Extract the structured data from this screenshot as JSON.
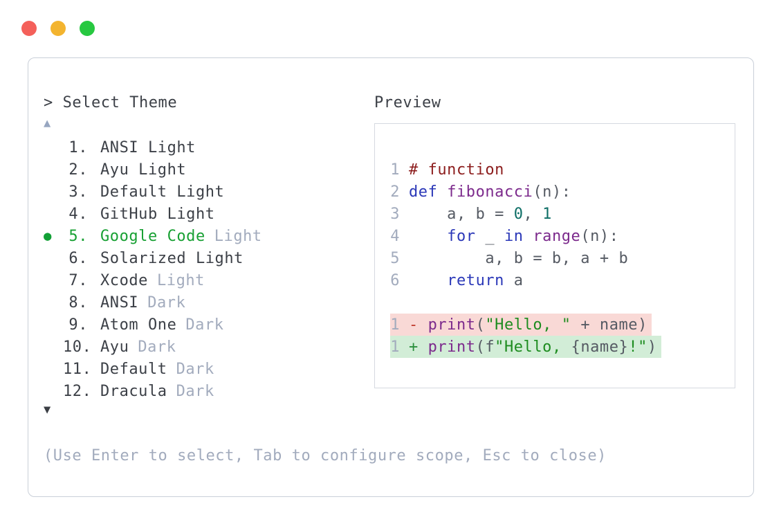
{
  "palette": {
    "text_dark": "#3c4047",
    "text_dim": "#a2abbd",
    "accent_green": "#18a033",
    "bullet_green": "#12a036",
    "scroll_up": "#97a6c0",
    "scroll_down": "#3a3e44",
    "panel_border": "#c9cfd8",
    "preview_border": "#d5d9e0",
    "line_number": "#a2abbd",
    "code_plain": "#555a63",
    "code_comment": "#8c1d1d",
    "code_keyword": "#2b38b8",
    "code_name": "#7c2a8c",
    "code_literal": "#0d6e66",
    "code_string": "#1d8c1f",
    "diff_minus": "#c0392b",
    "diff_plus": "#2a8f3c",
    "diff_removed_bg": "#f9d9d6",
    "diff_added_bg": "#d2edd7",
    "traffic_red": "#f4605a",
    "traffic_yellow": "#f3b42f",
    "traffic_green": "#27c840"
  },
  "selector": {
    "prompt": "> Select Theme",
    "scroll_up_icon": "▲",
    "scroll_down_icon": "▼",
    "selected_marker": "●",
    "items": [
      {
        "number": "1.",
        "name": "ANSI Light",
        "suffix": "",
        "selected": false
      },
      {
        "number": "2.",
        "name": "Ayu Light",
        "suffix": "",
        "selected": false
      },
      {
        "number": "3.",
        "name": "Default Light",
        "suffix": "",
        "selected": false
      },
      {
        "number": "4.",
        "name": "GitHub Light",
        "suffix": "",
        "selected": false
      },
      {
        "number": "5.",
        "name": "Google Code",
        "suffix": "Light",
        "selected": true
      },
      {
        "number": "6.",
        "name": "Solarized Light",
        "suffix": "",
        "selected": false
      },
      {
        "number": "7.",
        "name": "Xcode",
        "suffix": "Light",
        "selected": false
      },
      {
        "number": "8.",
        "name": "ANSI",
        "suffix": "Dark",
        "selected": false
      },
      {
        "number": "9.",
        "name": "Atom One",
        "suffix": "Dark",
        "selected": false
      },
      {
        "number": "10.",
        "name": "Ayu",
        "suffix": "Dark",
        "selected": false
      },
      {
        "number": "11.",
        "name": "Default",
        "suffix": "Dark",
        "selected": false
      },
      {
        "number": "12.",
        "name": "Dracula",
        "suffix": "Dark",
        "selected": false
      }
    ],
    "help": "(Use Enter to select, Tab to configure scope, Esc to close)"
  },
  "preview": {
    "title": "Preview",
    "lines": [
      {
        "num": "1",
        "diff": "",
        "tokens": [
          {
            "text": "# function",
            "color": "code_comment"
          }
        ]
      },
      {
        "num": "2",
        "diff": "",
        "tokens": [
          {
            "text": "def",
            "color": "code_keyword"
          },
          {
            "text": " ",
            "color": "code_plain"
          },
          {
            "text": "fibonacci",
            "color": "code_name"
          },
          {
            "text": "(n):",
            "color": "code_plain"
          }
        ]
      },
      {
        "num": "3",
        "diff": "",
        "tokens": [
          {
            "text": "    a, b = ",
            "color": "code_plain"
          },
          {
            "text": "0",
            "color": "code_literal"
          },
          {
            "text": ", ",
            "color": "code_plain"
          },
          {
            "text": "1",
            "color": "code_literal"
          }
        ]
      },
      {
        "num": "4",
        "diff": "",
        "tokens": [
          {
            "text": "    ",
            "color": "code_plain"
          },
          {
            "text": "for",
            "color": "code_keyword"
          },
          {
            "text": " _ ",
            "color": "code_plain"
          },
          {
            "text": "in",
            "color": "code_keyword"
          },
          {
            "text": " ",
            "color": "code_plain"
          },
          {
            "text": "range",
            "color": "code_name"
          },
          {
            "text": "(n):",
            "color": "code_plain"
          }
        ]
      },
      {
        "num": "5",
        "diff": "",
        "tokens": [
          {
            "text": "        a, b = b, a + b",
            "color": "code_plain"
          }
        ]
      },
      {
        "num": "6",
        "diff": "",
        "tokens": [
          {
            "text": "    ",
            "color": "code_plain"
          },
          {
            "text": "return",
            "color": "code_keyword"
          },
          {
            "text": " a",
            "color": "code_plain"
          }
        ]
      },
      {
        "num": "",
        "diff": "",
        "tokens": []
      },
      {
        "num": "1",
        "diff": "removed",
        "tokens": [
          {
            "text": "-",
            "color": "diff_minus"
          },
          {
            "text": " ",
            "color": "code_plain"
          },
          {
            "text": "print",
            "color": "code_name"
          },
          {
            "text": "(",
            "color": "code_plain"
          },
          {
            "text": "\"Hello, \"",
            "color": "code_string"
          },
          {
            "text": " + name)",
            "color": "code_plain"
          }
        ]
      },
      {
        "num": "1",
        "diff": "added",
        "tokens": [
          {
            "text": "+",
            "color": "diff_plus"
          },
          {
            "text": " ",
            "color": "code_plain"
          },
          {
            "text": "print",
            "color": "code_name"
          },
          {
            "text": "(f",
            "color": "code_plain"
          },
          {
            "text": "\"Hello, ",
            "color": "code_string"
          },
          {
            "text": "{name}",
            "color": "code_plain"
          },
          {
            "text": "!\"",
            "color": "code_string"
          },
          {
            "text": ")",
            "color": "code_plain"
          }
        ]
      }
    ]
  }
}
